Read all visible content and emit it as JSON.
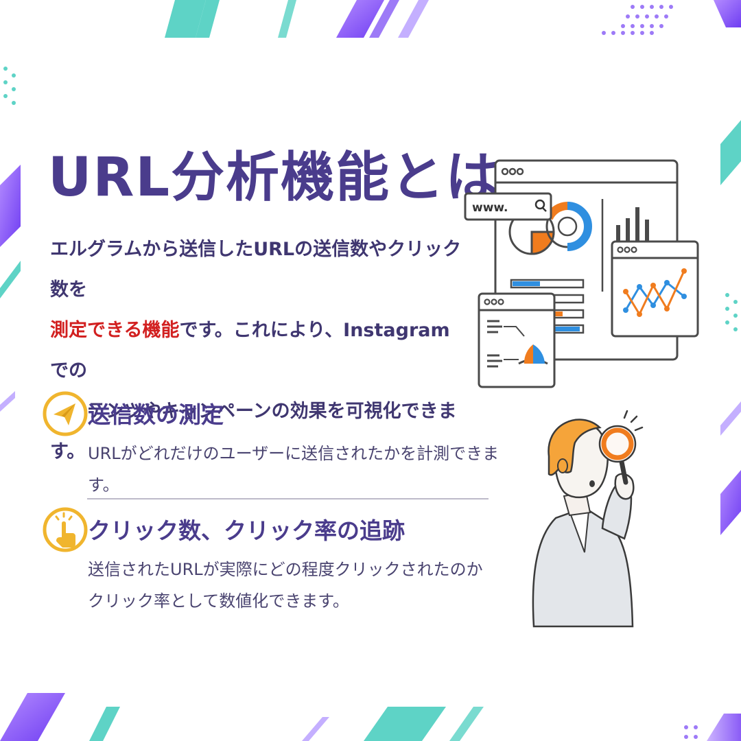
{
  "title": "URL分析機能とは",
  "intro": {
    "line1": "エルグラムから送信したURLの送信数やクリック数を",
    "highlight": "測定できる機能",
    "line2_rest": "です。これにより、Instagramでの",
    "line3": "コンテンツやキャンペーンの効果を可視化できます。"
  },
  "features": [
    {
      "title": "送信数の測定",
      "desc": [
        "URLがどれだけのユーザーに送信されたかを計測できます。"
      ],
      "icon": "paper-plane-icon"
    },
    {
      "title": "クリック数、クリック率の追跡",
      "desc": [
        "送信されたURLが実際にどの程度クリックされたのか",
        "クリック率として数値化できます。"
      ],
      "icon": "tap-finger-icon"
    }
  ],
  "illustration": {
    "search_text": "www.",
    "icon": "dashboard-illustration"
  },
  "colors": {
    "title": "#4a3c8c",
    "highlight": "#d22020",
    "icon_ring": "#f0b52e",
    "accent_orange": "#f07c1e",
    "accent_blue": "#2f8fe0",
    "deco_teal": "#5ed3c6",
    "deco_purple": "#8c5cf5"
  }
}
